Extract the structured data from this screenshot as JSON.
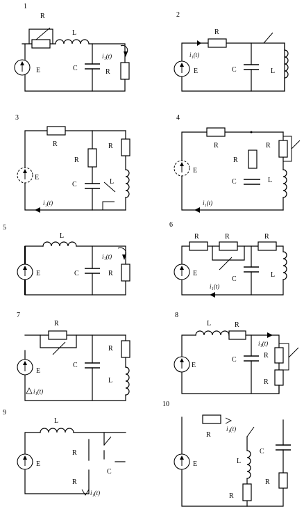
{
  "labels": {
    "E": "E",
    "R": "R",
    "L": "L",
    "C": "C",
    "current_1": "i₁(t)"
  },
  "circuits": [
    {
      "number": "1"
    },
    {
      "number": "2"
    },
    {
      "number": "3"
    },
    {
      "number": "4"
    },
    {
      "number": "5"
    },
    {
      "number": "6"
    },
    {
      "number": "7"
    },
    {
      "number": "8"
    },
    {
      "number": "9"
    },
    {
      "number": "10"
    }
  ]
}
